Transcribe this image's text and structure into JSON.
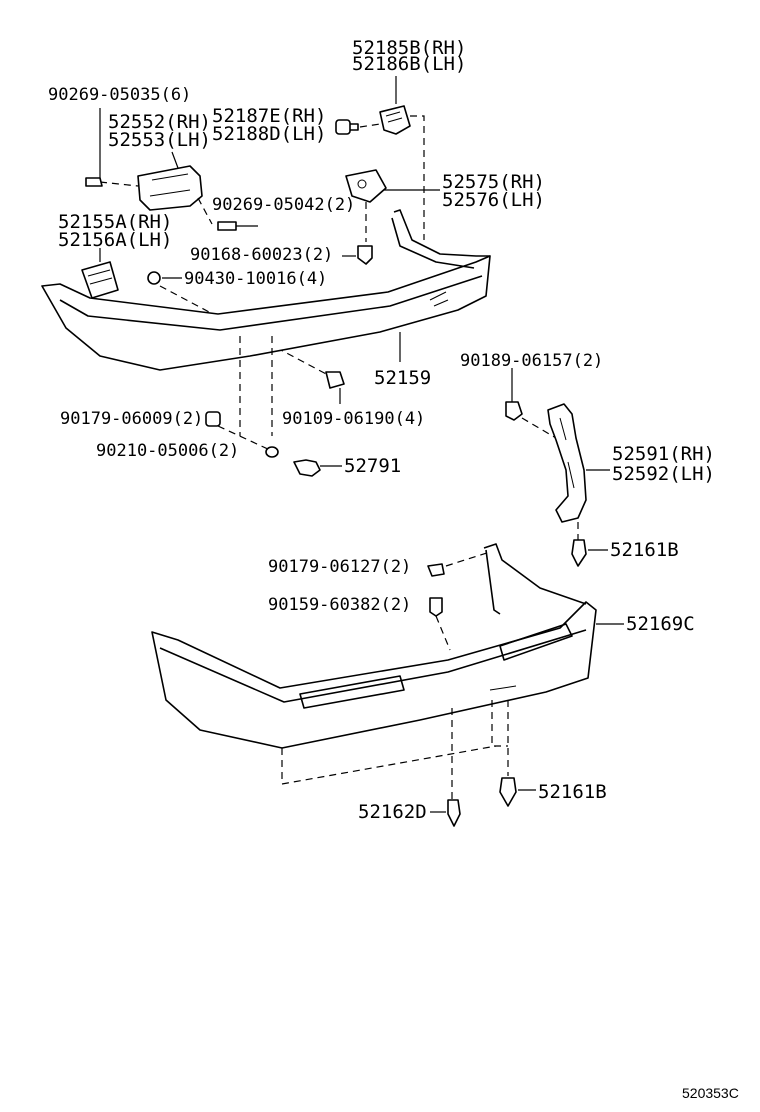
{
  "labels": {
    "p52185b": "52185B(RH)",
    "p52186b": "52186B(LH)",
    "p90269_05035": "90269-05035(6)",
    "p52552": "52552(RH)",
    "p52553": "52553(LH)",
    "p52187e": "52187E(RH)",
    "p52188d": "52188D(LH)",
    "p52575": "52575(RH)",
    "p52576": "52576(LH)",
    "p90269_05042": "90269-05042(2)",
    "p52155a": "52155A(RH)",
    "p52156a": "52156A(LH)",
    "p90168": "90168-60023(2)",
    "p90430": "90430-10016(4)",
    "p52159": "52159",
    "p90189": "90189-06157(2)",
    "p90179_06009": "90179-06009(2)",
    "p90109": "90109-06190(4)",
    "p52591": "52591(RH)",
    "p52592": "52592(LH)",
    "p90210": "90210-05006(2)",
    "p52791": "52791",
    "p52161b_top": "52161B",
    "p90179_06127": "90179-06127(2)",
    "p90159": "90159-60382(2)",
    "p52169c": "52169C",
    "p52161b_bottom": "52161B",
    "p52162d": "52162D"
  },
  "diagram_code": "520353C"
}
